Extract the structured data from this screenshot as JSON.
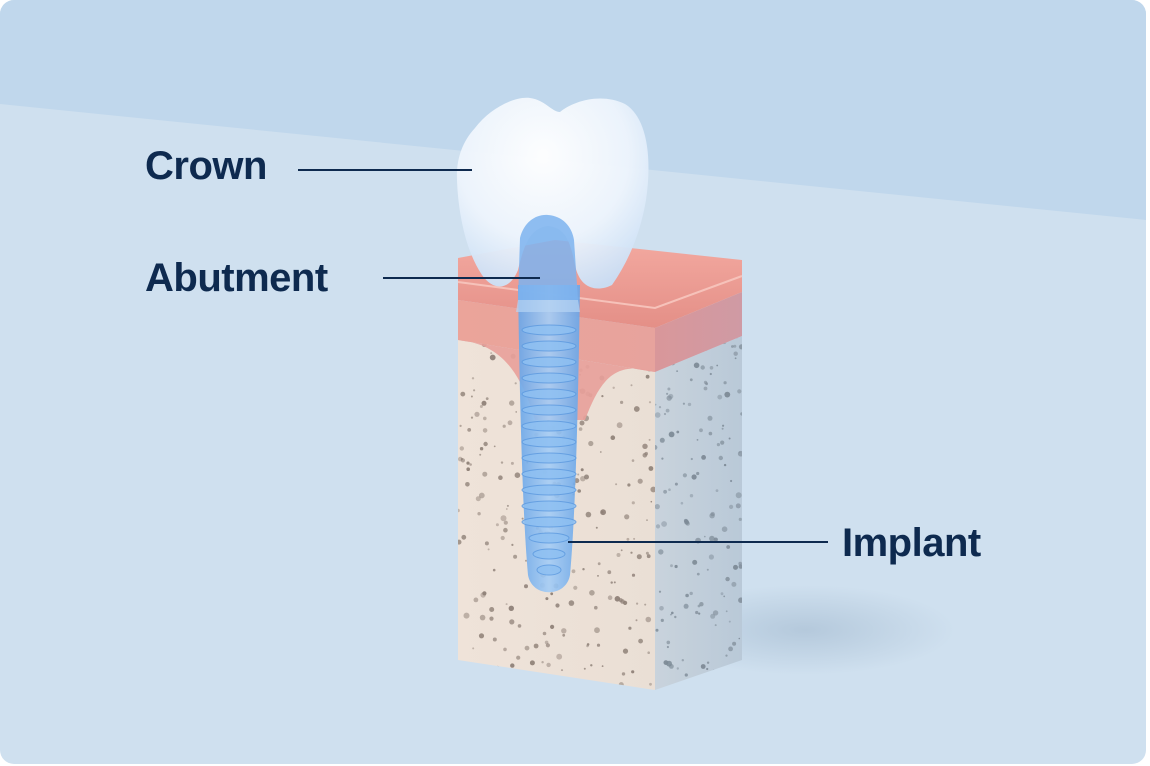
{
  "labels": {
    "crown": "Crown",
    "abutment": "Abutment",
    "implant": "Implant"
  },
  "colors": {
    "background": "#cfe0ef",
    "background_band": "#c0d7ec",
    "label_text": "#0e2a4f",
    "leader_line": "#0e2a4f",
    "gum": "#e79a93",
    "bone": "#ece2d8",
    "bone_speckle": "#8d7f76",
    "implant": "#7fb4ec",
    "crown": "#f2f7fd"
  },
  "icons": {
    "illustration": "dental-implant-cross-section"
  }
}
